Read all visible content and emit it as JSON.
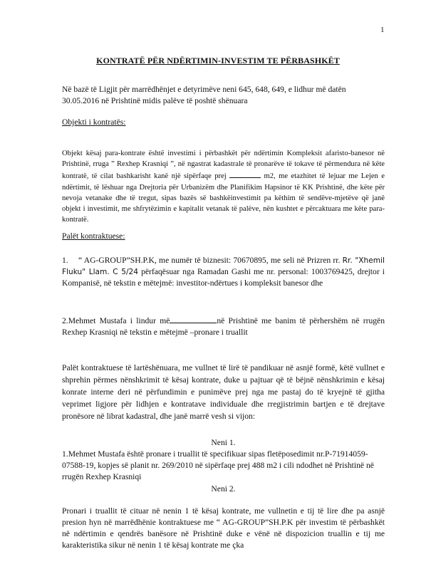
{
  "page_number": "1",
  "title": "KONTRATË PËR NDËRTIMIN-INVESTIM TE PËRBASHKËT",
  "intro": {
    "line1": "Në bazë të Ligjit për marrëdhënjet e detyrimëve neni 645, 648, 649, e lidhur më datën",
    "line2_date": "30.05.2016",
    "line2_rest": " në Prishtinë midis palëve të poshtë shënuara"
  },
  "object_heading": "Objekti i kontratës:",
  "object_text": "Objekt kësaj para-kontrate është investimi i përbashkët për ndërtimin Kompleksit afaristo-banesor në Prishtinë, rruga ” Rexhep Krasniqi ”, në ngastrat kadastrale të pronarëve të tokave të përmendura në këte kontratë, të cilat bashkarisht kanë një sipërfaqe prej",
  "object_text_2": "m2, me etazhitet të lejuar me Lejen e ndërtimit, të lëshuar nga Drejtoria për Urbanizëm dhe Planifikim Hapsinor të KK Prishtinë, dhe këte për nevoja vetanake dhe të tregut, sipas bazës së bashkëinvestimit pa këthim të sendëve-mjetëve që janë objekt i investimit, me shfrytëzimin e kapitalit vetanak të palëve, nën kushtet e përcaktuara me këte para-kontratë.",
  "parties_heading": "Palët kontraktuese:",
  "party1": {
    "number": "1.",
    "text_a": "“ AG-GROUP”SH.P.K, me numër të biznesit: 70670895, me seli në Prizren rr.",
    "street": "Rr. \"Xhemil Fluku\" Llam. C 5/24",
    "text_b": " përfaqësuar nga Ramadan Gashi me nr. personal: 1003769425, drejtor i Kompanisë, në tekstin e mëtejmë: investitor-ndërtues i kompleksit banesor dhe"
  },
  "party2": {
    "text_a": "2.Mehmet Mustafa i lindur më",
    "text_b": "në Prishtinë me banim të përhershëm në rrugën Rexhep Krasniqi në tekstin e mëtejmë –pronare i truallit"
  },
  "agreement_text": "Palët kontraktuese të lartëshënuara, me vullnet të lirë të pandikuar në asnjë formë, këtë vullnet e shprehin përmes nënshkrimit të kësaj kontrate, duke u pajtuar që të bëjnë nënshkrimin e kësaj konrate interne deri në përfundimin e punimëve prej nga me pastaj do të kryejnë të gjitha veprimet ligjore për lidhjen e kontratave individuale dhe rregjistrimin bartjen e të drejtave pronësore në librat kadastral, dhe janë marrë vesh si vijon:",
  "article1": {
    "heading": "Neni 1.",
    "text": "1.Mehmet Mustafa është pronare i truallit të specifikuar sipas fletëposedimit nr.P-71914059-07588-19, kopjes së planit nr. 269/2010 në sipërfaqe prej 488 m2 i cili ndodhet në Prishtinë në rrugën Rexhep Krasniqi"
  },
  "article2": {
    "heading": "Neni 2.",
    "text": "Pronari i truallit të cituar në nenin 1 të kësaj kontrate, me vullnetin e tij të lire dhe pa asnjë presion hyn në marrëdhënie kontraktuese me “ AG-GROUP”SH.P.K për investim të përbashkët në ndërtimin e qendrës banësore në Prishtinë duke e vënë në dispozicion truallin e tij me karakteristika sikur në nenin 1 të kësaj kontrate me çka"
  }
}
